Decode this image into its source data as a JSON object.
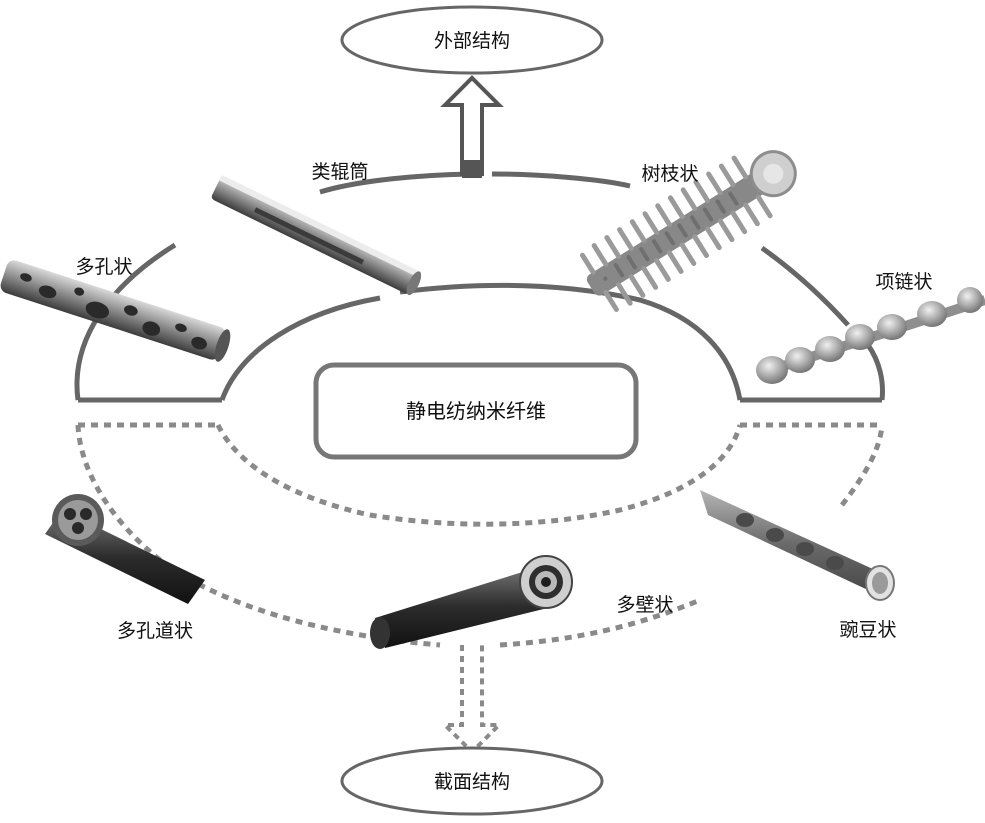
{
  "center": {
    "label": "静电纺纳米纤维"
  },
  "top_node": {
    "label": "外部结构"
  },
  "bottom_node": {
    "label": "截面结构"
  },
  "external_structures": [
    {
      "label": "类辊筒"
    },
    {
      "label": "树枝状"
    },
    {
      "label": "多孔状"
    },
    {
      "label": "项链状"
    }
  ],
  "cross_section_structures": [
    {
      "label": "多孔道状"
    },
    {
      "label": "多壁状"
    },
    {
      "label": "豌豆状"
    }
  ],
  "colors": {
    "solid_line": "#666666",
    "dashed_line": "#8a8a8a",
    "fiber_dark": "#3a3a3a",
    "fiber_light": "#b8b8b8"
  }
}
